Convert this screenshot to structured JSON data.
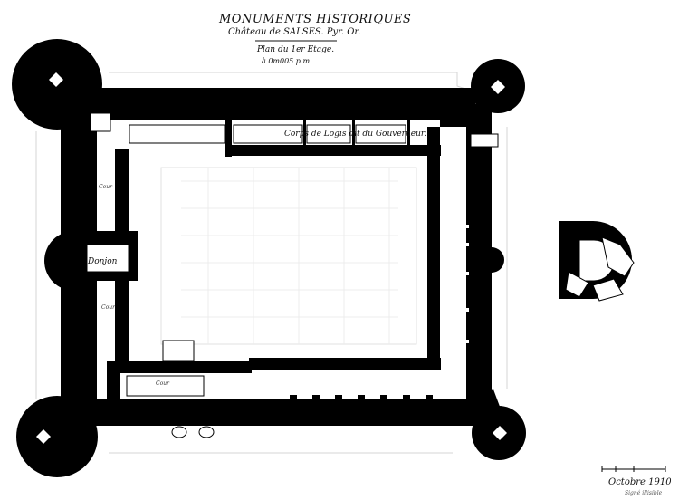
{
  "header": {
    "title": "MONUMENTS HISTORIQUES",
    "subtitle": "Château de SALSES. Pyr. Or.",
    "plan_label": "Plan du 1er Etage.",
    "scale_label": "à 0m005 p.m."
  },
  "labels": {
    "corps_de_logis": "Corps de Logis dit du Gouverneur.",
    "donjon": "Donjon",
    "cour_1": "Cour",
    "cour_2": "Cour",
    "cour_3": "Cour"
  },
  "footer": {
    "date": "Octobre 1910",
    "signature": "Signé illisible"
  },
  "colors": {
    "wall": "#000000",
    "paper": "#ffffff",
    "faint_lines": "#c8c8c8"
  }
}
